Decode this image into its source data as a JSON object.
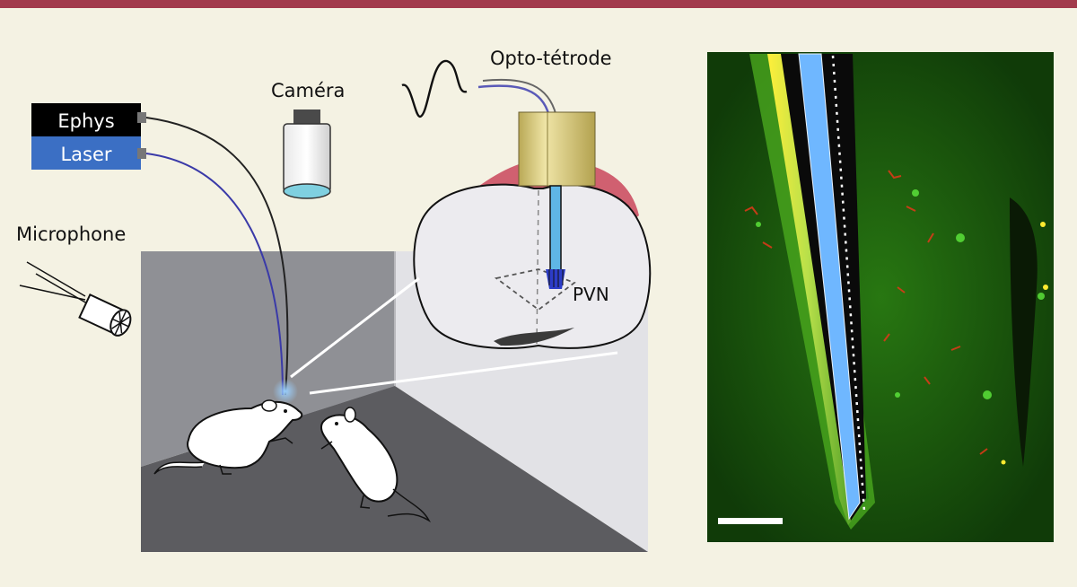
{
  "labels": {
    "ephys": "Ephys",
    "laser": "Laser",
    "microphone": "Microphone",
    "camera": "Caméra",
    "opto_tetrode": "Opto-tétrode",
    "pvn": "PVN"
  },
  "colors": {
    "frame_rule": "#a23a4c",
    "background": "#f4f2e3",
    "ephys_box": "#000000",
    "laser_box": "#3b6fc4",
    "laser_fiber": "#3a3aa8",
    "floor": "#5a5a5a",
    "brain_section": "#e6e6ea",
    "implant": "#d6c87a",
    "skull": "#d06070",
    "fluorescence_green": "#2fa81a",
    "fluorescence_red": "#d83a18",
    "tetrode_track": "#6fb7ff"
  }
}
